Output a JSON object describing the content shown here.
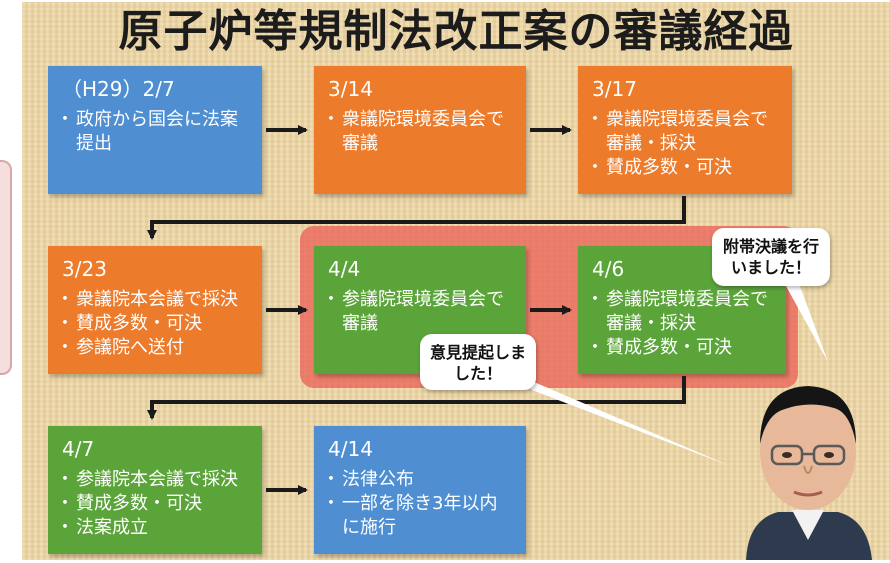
{
  "title": "原子炉等規制法改正案の審議経過",
  "boxes": [
    {
      "date": "（H29）2/7",
      "items": [
        "政府から国会に法案提出"
      ]
    },
    {
      "date": "3/14",
      "items": [
        "衆議院環境委員会で審議"
      ]
    },
    {
      "date": "3/17",
      "items": [
        "衆議院環境委員会で審議・採決",
        "賛成多数・可決"
      ]
    },
    {
      "date": "3/23",
      "items": [
        "衆議院本会議で採決",
        "賛成多数・可決",
        "参議院へ送付"
      ]
    },
    {
      "date": "4/4",
      "items": [
        "参議院環境委員会で審議"
      ]
    },
    {
      "date": "4/6",
      "items": [
        "参議院環境委員会で審議・採決",
        "賛成多数・可決"
      ]
    },
    {
      "date": "4/7",
      "items": [
        "参議院本会議で採決",
        "賛成多数・可決",
        "法案成立"
      ]
    },
    {
      "date": "4/14",
      "items": [
        "法律公布",
        "一部を除き3年以内に施行"
      ]
    }
  ],
  "bubbles": {
    "futai": "附帯決議を行いました！",
    "iken": "意見提起しました！"
  },
  "colors": {
    "blue": "#4f8fd1",
    "orange": "#ec7b2c",
    "green": "#5ba43a",
    "highlight": "#eb5f55"
  }
}
